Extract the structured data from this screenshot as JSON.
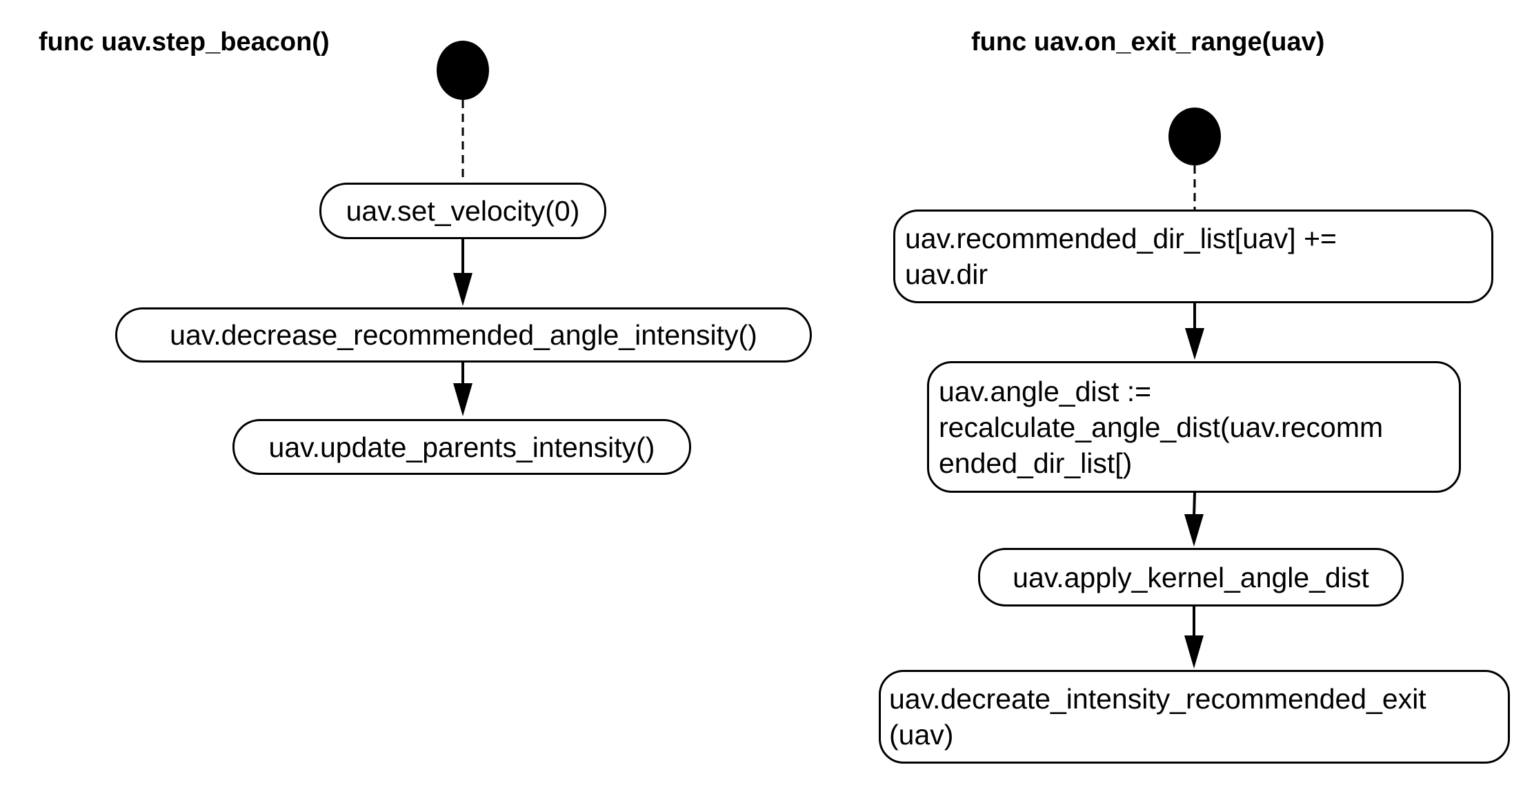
{
  "left": {
    "title": "func uav.step_beacon()",
    "nodes": [
      "uav.set_velocity(0)",
      "uav.decrease_recommended_angle_intensity()",
      "uav.update_parents_intensity()"
    ]
  },
  "right": {
    "title": "func uav.on_exit_range(uav)",
    "nodes": [
      "uav.recommended_dir_list[uav] +=\nuav.dir",
      "uav.angle_dist :=\nrecalculate_angle_dist(uav.recomm\nended_dir_list[)",
      "uav.apply_kernel_angle_dist",
      "uav.decreate_intensity_recommended_exit\n(uav)"
    ]
  }
}
